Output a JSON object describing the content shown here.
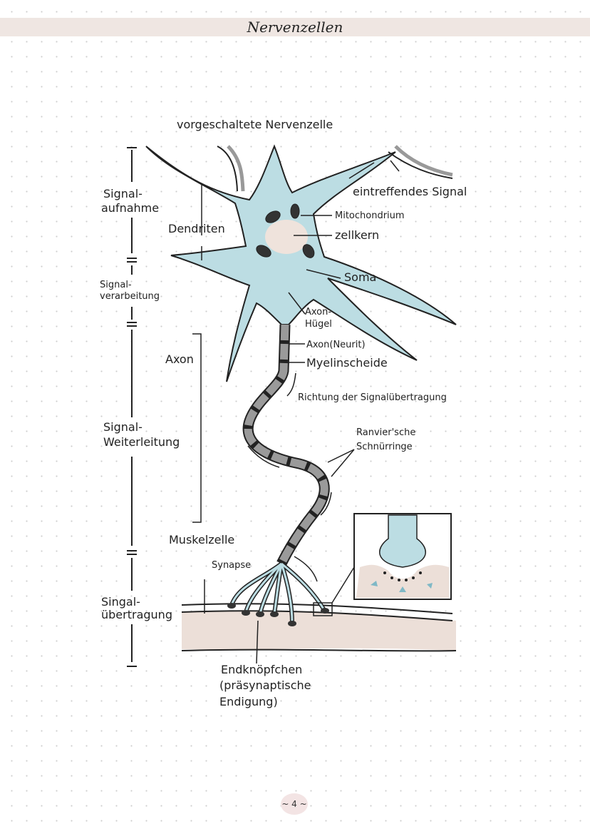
{
  "header": {
    "title": "Nervenzellen"
  },
  "diagram": {
    "heading": "vorgeschaltete Nervenzelle",
    "labels": {
      "incoming_signal": "eintreffendes Signal",
      "mitochondrion": "Mitochondrium",
      "nucleus": "zellkern",
      "soma": "Soma",
      "axon_hillock_1": "Axon-",
      "axon_hillock_2": "Hügel",
      "axon_neurite": "Axon(Neurit)",
      "myelin": "Myelinscheide",
      "direction": "Richtung der Signalübertragung",
      "ranvier_1": "Ranvier'sche",
      "ranvier_2": "Schnürringe",
      "dendrites": "Dendriten",
      "axon": "Axon",
      "muscle_cell": "Muskelzelle",
      "synapse": "Synapse",
      "terminal_1": "Endknöpfchen",
      "terminal_2": "(präsynaptische",
      "terminal_3": "Endigung)"
    },
    "phases": [
      {
        "line1": "Signal-",
        "line2": "aufnahme"
      },
      {
        "line1": "Signal-",
        "line2": "verarbeitung"
      },
      {
        "line1": "Signal-",
        "line2": "Weiterleitung"
      },
      {
        "line1": "Singal-",
        "line2": "übertragung"
      }
    ],
    "colors": {
      "cell": "#bcdde3",
      "nucleus": "#efe3dc",
      "muscle": "#ecdfd8",
      "myelin": "#9a9a9a",
      "header": "#efe6e2"
    }
  },
  "footer": {
    "page": "~ 4 ~"
  }
}
